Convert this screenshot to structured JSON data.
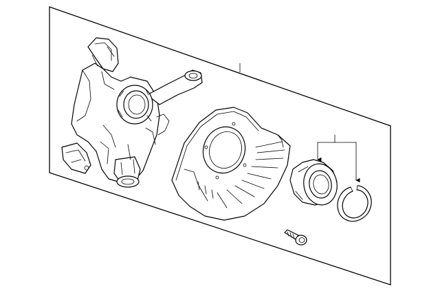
{
  "diagram": {
    "parts": [
      {
        "id": "steering-knuckle",
        "icon": "knuckle-part-icon"
      },
      {
        "id": "splash-shield",
        "icon": "shield-part-icon"
      },
      {
        "id": "wheel-bearing",
        "icon": "bearing-part-icon"
      },
      {
        "id": "snap-ring",
        "icon": "snap-ring-part-icon"
      },
      {
        "id": "shield-bolt",
        "icon": "bolt-part-icon"
      }
    ],
    "colors": {
      "line": "#000000",
      "fill": "#ffffff",
      "background": "#ffffff"
    }
  }
}
